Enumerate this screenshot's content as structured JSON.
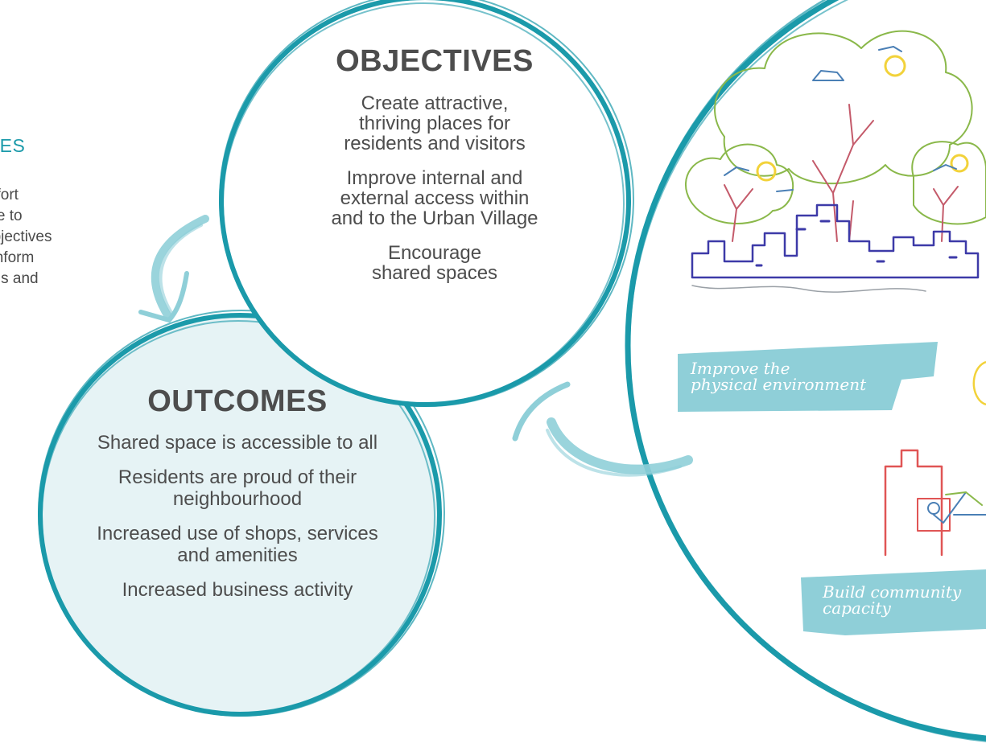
{
  "left_panel": {
    "heading": "MES",
    "lines": [
      "effort",
      "ute to",
      "objectives",
      "l inform",
      "ons and"
    ]
  },
  "objectives": {
    "title": "OBJECTIVES",
    "items": [
      "Create attractive,\nthriving places for\nresidents and visitors",
      "Improve internal and\nexternal access within\nand to the Urban Village",
      "Encourage\nshared spaces"
    ]
  },
  "outcomes": {
    "title": "OUTCOMES",
    "items": [
      "Shared space is accessible to all",
      "Residents are proud of their\nneighbourhood",
      "Increased use of shops, services\nand amenities",
      "Increased business activity"
    ]
  },
  "sketch_labels": {
    "physical": "Improve the\nphysical environment",
    "community": "Build community\ncapacity"
  },
  "colors": {
    "accent": "#1b9aaa",
    "brush_light": "#8fcfd8",
    "outcome_fill": "#e6f3f5",
    "text": "#4d4d4d",
    "sketch_blue": "#3d3aa8",
    "sketch_green": "#8ab84a",
    "sketch_yellow": "#f2d23a",
    "sketch_red": "#e05555"
  }
}
